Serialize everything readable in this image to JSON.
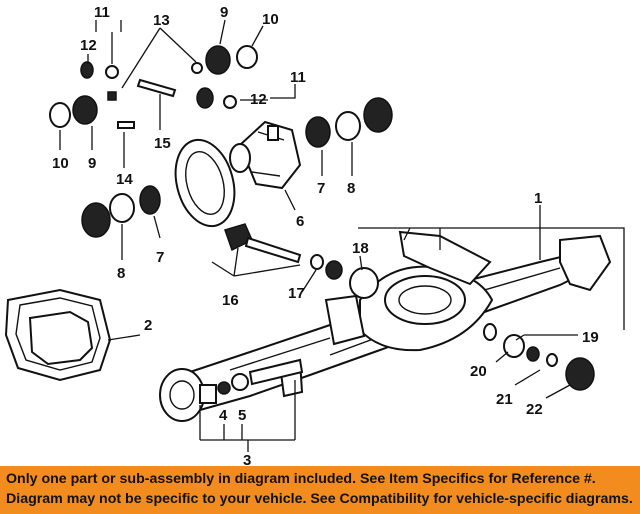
{
  "diagram": {
    "callouts": [
      "1",
      "2",
      "3",
      "4",
      "5",
      "6",
      "7",
      "7",
      "8",
      "8",
      "9",
      "9",
      "10",
      "10",
      "11",
      "11",
      "12",
      "12",
      "13",
      "14",
      "15",
      "16",
      "17",
      "18",
      "19",
      "20",
      "21",
      "22"
    ]
  },
  "disclaimer": {
    "line1": "Only one part or sub-assembly in diagram included. See Item Specifics for Reference #.",
    "line2": "Diagram may not be specific to your vehicle. See Compatibility for vehicle-specific diagrams."
  },
  "colors": {
    "banner": "#f28c1e",
    "ink": "#111111",
    "background": "#ffffff"
  }
}
